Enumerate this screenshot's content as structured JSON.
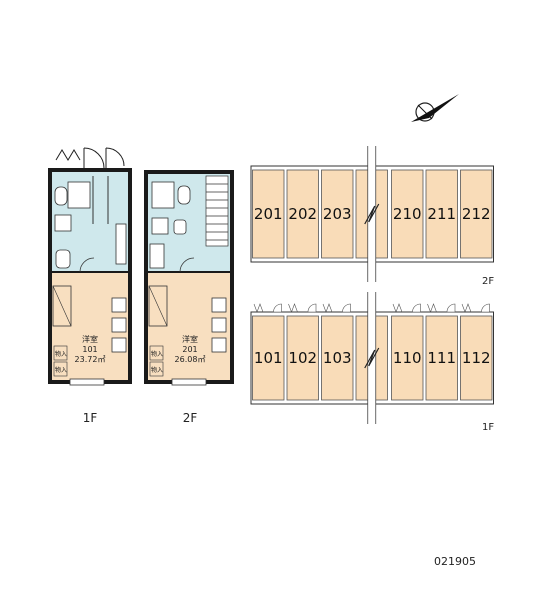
{
  "floorplans": [
    {
      "floor_label": "1F",
      "room_type": "洋室",
      "room_number": "101",
      "area": "23.72㎡",
      "storage_labels": [
        "物入",
        "物入"
      ]
    },
    {
      "floor_label": "2F",
      "room_type": "洋室",
      "room_number": "201",
      "area": "26.08㎡",
      "storage_labels": [
        "物入",
        "物入"
      ]
    }
  ],
  "building": {
    "upper": {
      "floor_label": "2F",
      "left_units": [
        "201",
        "202",
        "203"
      ],
      "right_units": [
        "210",
        "211",
        "212"
      ]
    },
    "lower": {
      "floor_label": "1F",
      "left_units": [
        "101",
        "102",
        "103"
      ],
      "right_units": [
        "110",
        "111",
        "112"
      ]
    }
  },
  "compass": {
    "icon": "north-arrow-icon"
  },
  "code": "021905",
  "colors": {
    "unit_fill": "#f9dcb8",
    "wet_area": "#cfe8ec",
    "room_floor": "#f8dfc0",
    "wall": "#1a1a1a"
  }
}
